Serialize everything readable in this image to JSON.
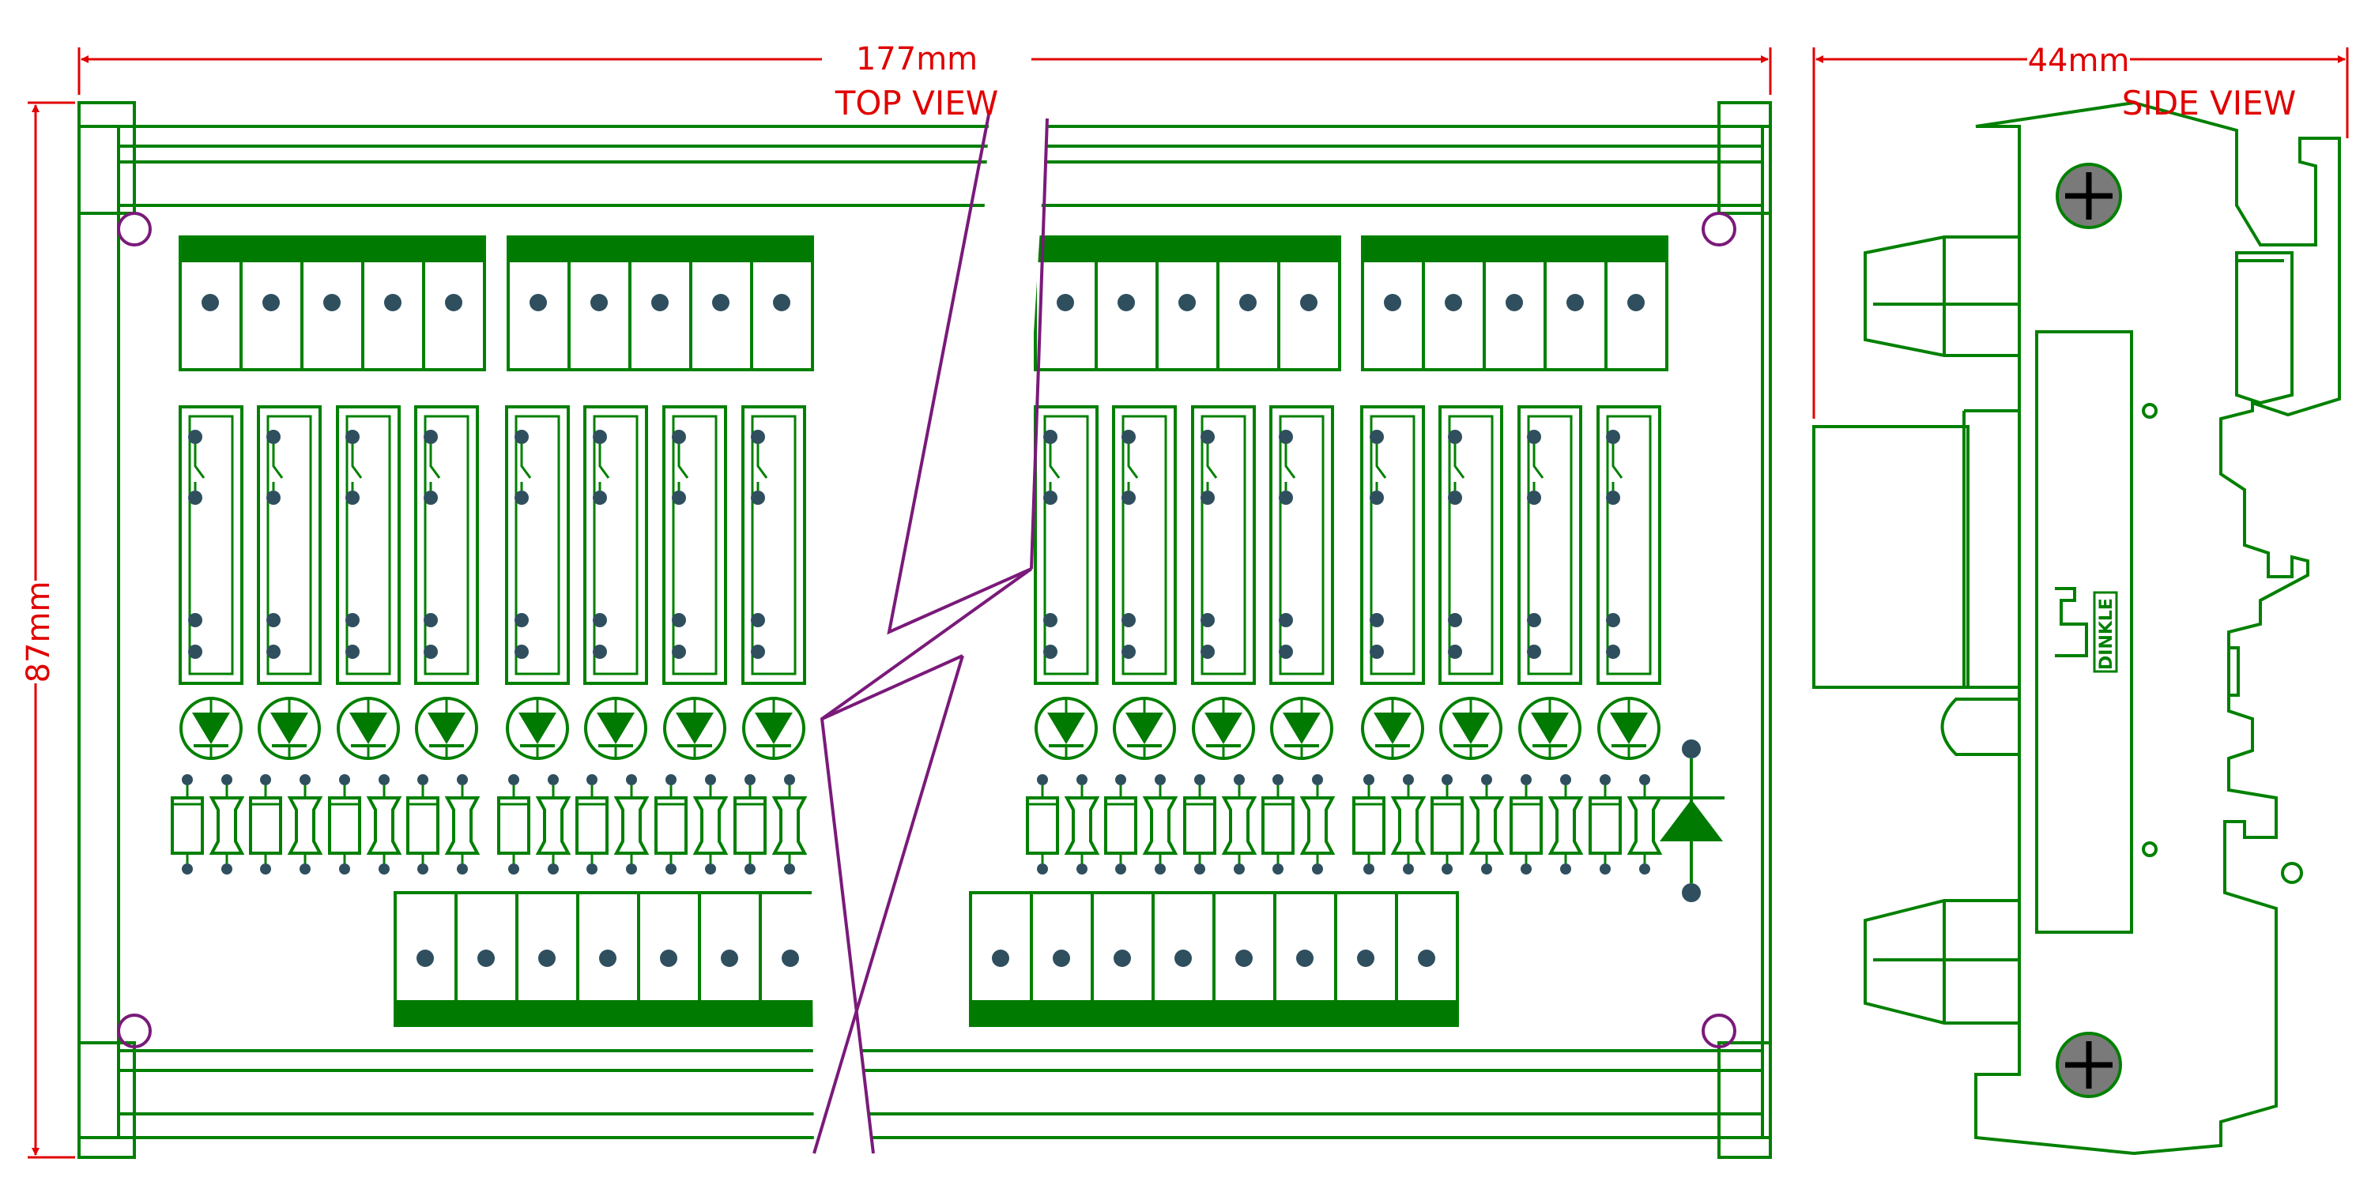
{
  "dimensions": {
    "top_width": "177mm",
    "side_width": "44mm",
    "height": "87mm"
  },
  "labels": {
    "top_view": "TOP VIEW",
    "side_view": "SIDE VIEW",
    "brand": "DINKLE"
  },
  "colors": {
    "outline": "#008000",
    "fill": "#007a00",
    "dimension": "#e00000",
    "break_line": "#7a1a7a",
    "pin": "#2f4f5f",
    "screw": "#7a7a7a"
  },
  "components": {
    "relays_per_half": 8,
    "terminal_blocks_top": 4,
    "terminals_per_top_block": 5,
    "bottom_left_terminals": 7,
    "bottom_right_terminals": 8
  }
}
